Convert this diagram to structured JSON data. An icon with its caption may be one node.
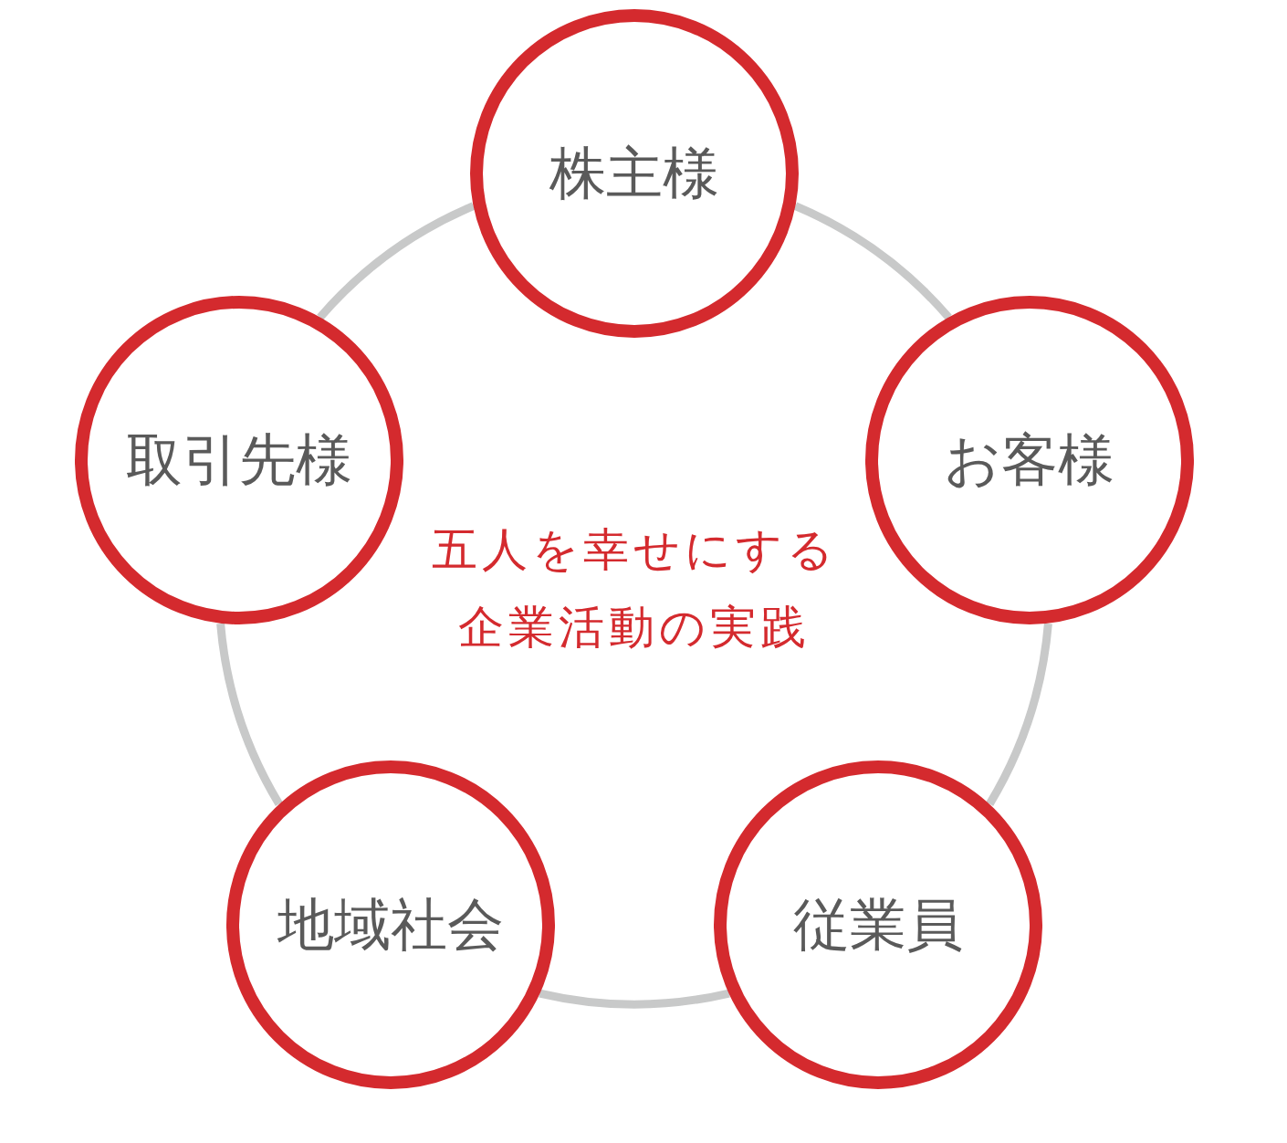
{
  "diagram": {
    "nodes": [
      {
        "text": [
          "株主様"
        ]
      },
      {
        "text": [
          "取引先様"
        ]
      },
      {
        "text": [
          "お客様"
        ]
      },
      {
        "text": [
          "地域社会"
        ]
      },
      {
        "text": [
          "従業員"
        ]
      }
    ],
    "edges": [
      {
        "from": 0,
        "to": 2,
        "arrow": "none"
      },
      {
        "from": 2,
        "to": 4,
        "arrow": "none"
      },
      {
        "from": 4,
        "to": 3,
        "arrow": "none"
      },
      {
        "from": 3,
        "to": 1,
        "arrow": "none"
      },
      {
        "from": 1,
        "to": 0,
        "arrow": "none"
      }
    ],
    "labels": [
      "五人を幸せにする企業活動の実践"
    ]
  }
}
